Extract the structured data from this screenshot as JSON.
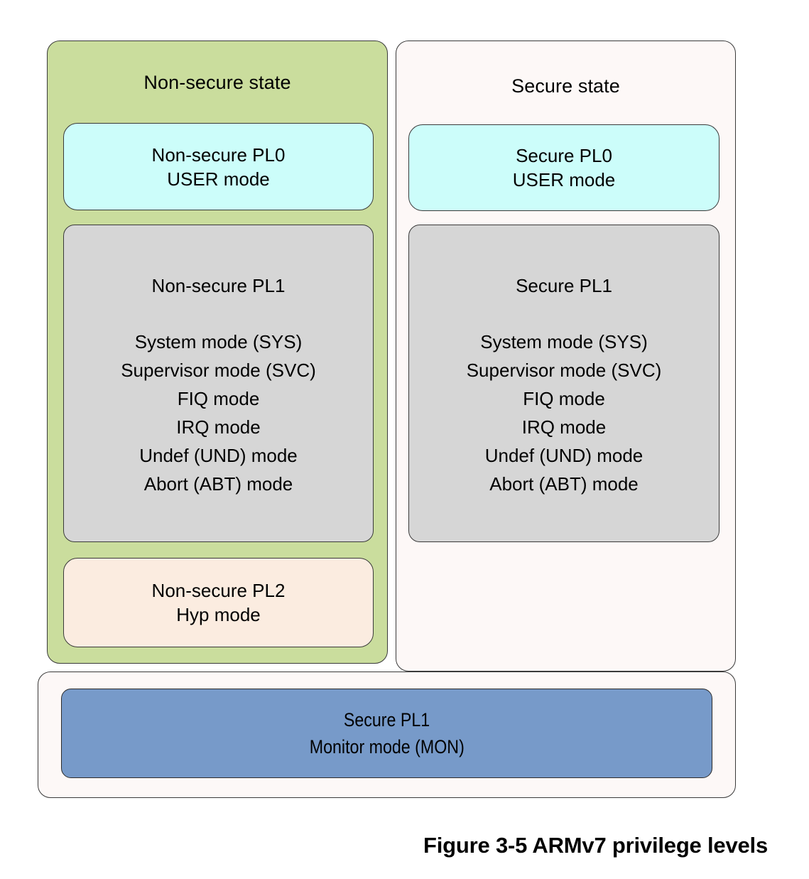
{
  "figure": {
    "caption": "Figure 3-5 ARMv7 privilege levels",
    "colors": {
      "nonsecure_panel": "#cadd9d",
      "secure_panel": "#fdf8f7",
      "pl0_box": "#ccfdfa",
      "pl1_box": "#d6d6d6",
      "pl2_box": "#fbece0",
      "monitor_bar": "#779ac9",
      "border": "#3a3a3a",
      "text": "#000000"
    }
  },
  "nonsecure_state": {
    "title": "Non-secure state",
    "pl0": {
      "heading": "Non-secure PL0",
      "mode": "USER mode"
    },
    "pl1": {
      "heading": "Non-secure PL1",
      "modes": [
        "System mode (SYS)",
        "Supervisor mode (SVC)",
        "FIQ mode",
        "IRQ mode",
        "Undef (UND) mode",
        "Abort (ABT) mode"
      ]
    },
    "pl2": {
      "heading": "Non-secure PL2",
      "mode": "Hyp mode"
    }
  },
  "secure_state": {
    "title": "Secure state",
    "pl0": {
      "heading": "Secure PL0",
      "mode": "USER mode"
    },
    "pl1": {
      "heading": "Secure PL1",
      "modes": [
        "System mode (SYS)",
        "Supervisor mode (SVC)",
        "FIQ mode",
        "IRQ mode",
        "Undef (UND) mode",
        "Abort (ABT) mode"
      ]
    }
  },
  "monitor": {
    "heading": "Secure PL1",
    "mode": "Monitor mode (MON)"
  }
}
